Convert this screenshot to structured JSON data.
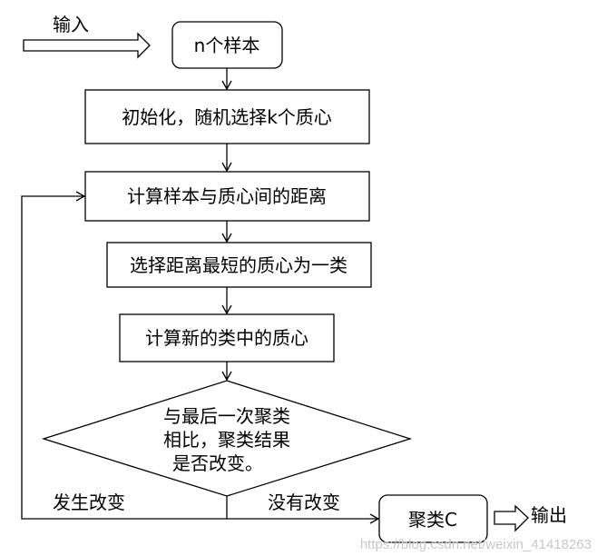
{
  "flowchart": {
    "input_label": "输入",
    "start": "n个样本",
    "step_init": "初始化，随机选择k个质心",
    "step_distance": "计算样本与质心间的距离",
    "step_assign": "选择距离最短的质心为一类",
    "step_update": "计算新的类中的质心",
    "decision_lines": [
      "与最后一次聚类",
      "相比，聚类结果",
      "是否改变。"
    ],
    "branch_changed": "发生改变",
    "branch_unchanged": "没有改变",
    "end": "聚类C",
    "output_label": "输出"
  },
  "watermark": "https://blog.csdn.net/weixin_41418263"
}
